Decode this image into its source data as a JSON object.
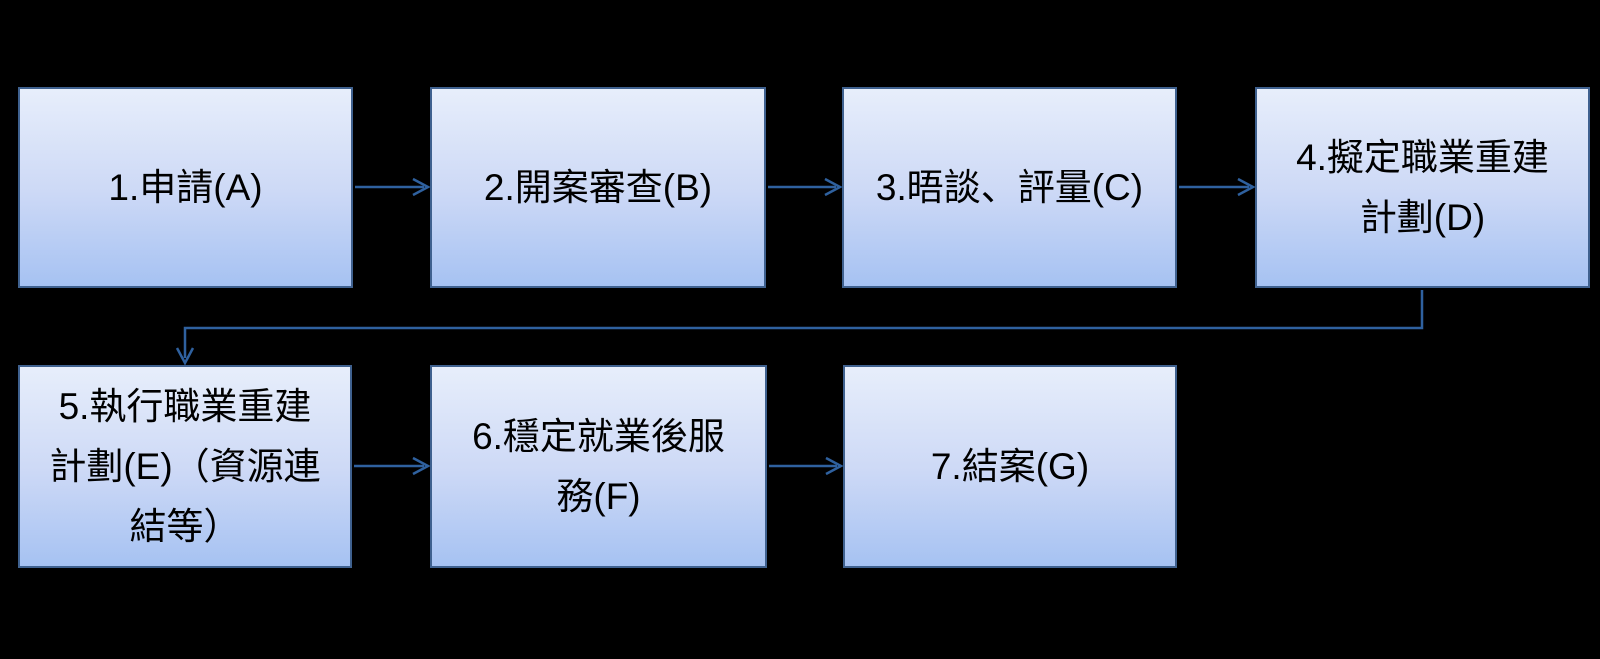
{
  "diagram": {
    "type": "flowchart",
    "colors": {
      "background": "#000000",
      "box-fill-top": "#e7eefb",
      "box-fill-mid": "#cdd9f6",
      "box-fill-bottom": "#a6c2f2",
      "box-border": "#3f618f",
      "arrow": "#2f619f",
      "text": "#000000"
    },
    "boxes": [
      {
        "id": "A",
        "step": "1",
        "label": "1.申請(A)",
        "lines": [
          "1.申請(A)"
        ]
      },
      {
        "id": "B",
        "step": "2",
        "label": "2.開案審查(B)",
        "lines": [
          "2.開案審查(B)"
        ]
      },
      {
        "id": "C",
        "step": "3",
        "label": "3.晤談、評量(C)",
        "lines": [
          "3.晤談、評量(C)"
        ]
      },
      {
        "id": "D",
        "step": "4",
        "label": "4.擬定職業重建計劃(D)",
        "lines": [
          "4.擬定職業重建",
          "計劃(D)"
        ]
      },
      {
        "id": "E",
        "step": "5",
        "label": "5.執行職業重建計劃(E)（資源連結等）",
        "lines": [
          "5.執行職業重建",
          "計劃(E)（資源連",
          "結等）"
        ]
      },
      {
        "id": "F",
        "step": "6",
        "label": "6.穩定就業後服務(F)",
        "lines": [
          "6.穩定就業後服",
          "務(F)"
        ]
      },
      {
        "id": "G",
        "step": "7",
        "label": "7.結案(G)",
        "lines": [
          "7.結案(G)"
        ]
      }
    ],
    "connections": [
      {
        "from": "A",
        "to": "B",
        "style": "straight-arrow"
      },
      {
        "from": "B",
        "to": "C",
        "style": "straight-arrow"
      },
      {
        "from": "C",
        "to": "D",
        "style": "straight-arrow"
      },
      {
        "from": "D",
        "to": "E",
        "style": "elbow-arrow"
      },
      {
        "from": "E",
        "to": "F",
        "style": "straight-arrow"
      },
      {
        "from": "F",
        "to": "G",
        "style": "straight-arrow"
      }
    ]
  }
}
